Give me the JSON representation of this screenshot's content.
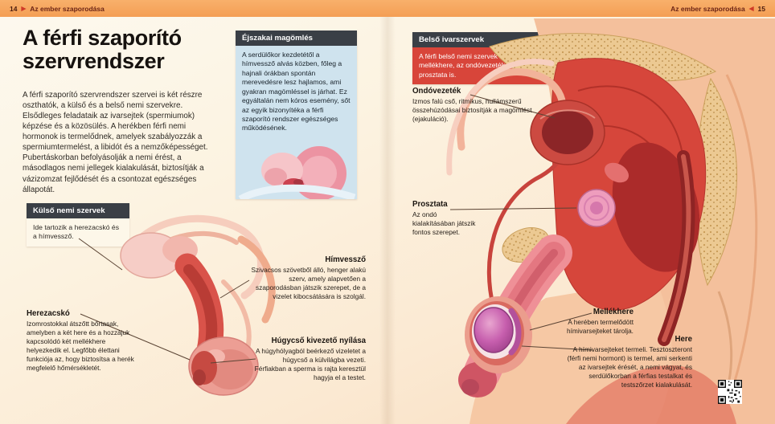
{
  "colors": {
    "header_bar_orange": "#f5a55e",
    "header_text_brown": "#6b2415",
    "arrow_red": "#cf3a27",
    "dark_box_header": "#3a3f46",
    "blue_box_body": "#cfe3ee",
    "red_box_body": "#d8453a",
    "page_cream": "#fcf1de",
    "leader_line": "#5b4434",
    "muscle_red": "#d6463b",
    "testis_purple": "#c75fae",
    "bone_tan": "#ecc992",
    "skin_tone": "#f4c09c"
  },
  "icons": {
    "arrow_right": "▶",
    "arrow_left": "◀"
  },
  "header": {
    "left_page_number": "14",
    "left_section_title": "Az ember szaporodása",
    "right_section_title": "Az ember szaporodása",
    "right_page_number": "15"
  },
  "left_page": {
    "title": "A férfi szaporító szervrendszer",
    "intro": "A férfi szaporító szervrendszer szervei is két részre oszthatók, a külső és a belső nemi szervekre. Elsődleges feladataik az ivarsejtek (spermiumok) képzése és a közösülés. A herékben férfi nemi hormonok is termelődnek, amelyek szabályozzák a spermiumtermelést, a libidót és a nemzőképességet. Pubertáskorban befolyásolják a nemi érést, a másodlagos nemi jellegek kialakulását, biztosítják a vázizomzat fejlődését és a csontozat egészséges állapotát.",
    "box_nocturnal": {
      "title": "Éjszakai magömlés",
      "body": "A serdülőkor kezdetétől a hímvessző alvás közben, főleg a hajnali órákban spontán merevedésre lesz hajlamos, ami gyakran magömléssel is járhat. Ez egyáltalán nem kóros esemény, sőt az egyik bizonyítéka a férfi szaporító rendszer egészséges működésének."
    },
    "box_external": {
      "title": "Külső nemi szervek",
      "body": "Ide tartozik a herezacskó és a hímvessző."
    },
    "label_scrotum": {
      "title": "Herezacskó",
      "body": "Izomrostokkal átszőtt bőrtasak, amelyben a két here és a hozzájuk kapcsolódó két mellékhere helyezkedik el. Legfőbb élettani funkciója az, hogy biztosítsa a herék megfelelő hőmérsékletét."
    },
    "label_penis": {
      "title": "Hímvessző",
      "body": "Szivacsos szövetből álló, henger alakú szerv, amely alapvetően a szaporodásban játszik szerepet, de a vizelet kibocsátására is szolgál."
    },
    "label_urethra": {
      "title": "Húgycső kivezető nyílása",
      "body": "A húgyhólyagból beérkező vizeletet a húgycső a külvilágba vezeti. Férfiakban a sperma is rajta keresztül hagyja el a testet."
    }
  },
  "right_page": {
    "box_internal": {
      "title": "Belső ivarszervek",
      "body": "A férfi belső nemi szervek közé tartozik a here, a mellékhere, az ondóvezeték, az ondóhólyag és a prosztata is."
    },
    "label_vas_deferens": {
      "title": "Ondóvezeték",
      "body": "Izmos falú cső, ritmikus, hullámszerű összehúzódásai biztosítják a magömlést (ejakuláció)."
    },
    "label_prostate": {
      "title": "Prosztata",
      "body": "Az ondó kialakításában játszik fontos szerepet."
    },
    "label_epididymis": {
      "title": "Mellékhere",
      "body": "A herében termelődött hímivarsejteket tárolja."
    },
    "label_testis": {
      "title": "Here",
      "body": "A hímivarsejteket termeli. Tesztoszteront (férfi nemi hormont) is termel, ami serkenti az ivarsejtek érését, a nemi vágyat, és serdülőkorban a férfias testalkat és testszőrzet kialakulását."
    }
  }
}
